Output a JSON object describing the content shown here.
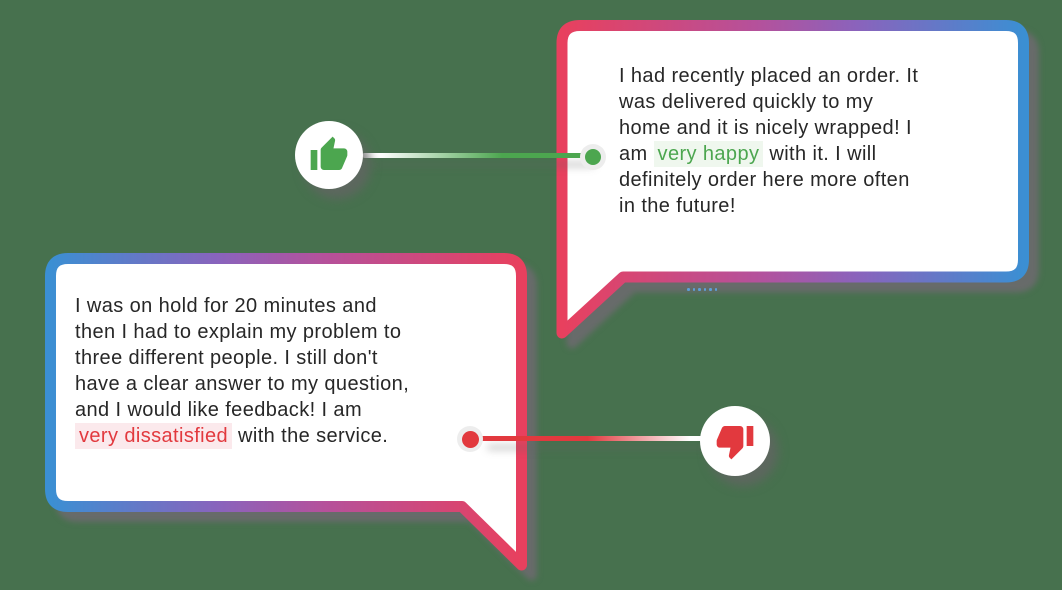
{
  "background_color": "#47714E",
  "bubble_gradient": {
    "pink": "#E8405E",
    "magenta": "#B5519B",
    "purple": "#8A63BC",
    "blue": "#3B8FD3"
  },
  "positive_review": {
    "icon": "thumbs-up-icon",
    "accent_color": "#4CA64F",
    "highlight_bg": "#EFF7EE",
    "lines": [
      {
        "text": "I had recently placed an order. It"
      },
      {
        "text": "was delivered quickly to my"
      },
      {
        "text": "home and it is nicely wrapped! I"
      },
      {
        "pre": "am ",
        "highlight": "very happy",
        "post": " with it. I will"
      },
      {
        "text": "definitely order here more often"
      },
      {
        "text": "in the future!"
      }
    ]
  },
  "negative_review": {
    "icon": "thumbs-down-icon",
    "accent_color": "#E2393E",
    "highlight_bg": "#FBE9EC",
    "lines": [
      {
        "text": "I was on hold for 20 minutes and"
      },
      {
        "text": "then I had to explain my problem to"
      },
      {
        "text": "three different people. I still don't"
      },
      {
        "text": "have a clear answer to my question,"
      },
      {
        "text": "and I would like feedback! I am"
      },
      {
        "pre": "",
        "highlight": "very dissatisfied",
        "post": " with the service."
      }
    ]
  },
  "decoration": {
    "dotted_line_color": "#5E9FD8"
  }
}
